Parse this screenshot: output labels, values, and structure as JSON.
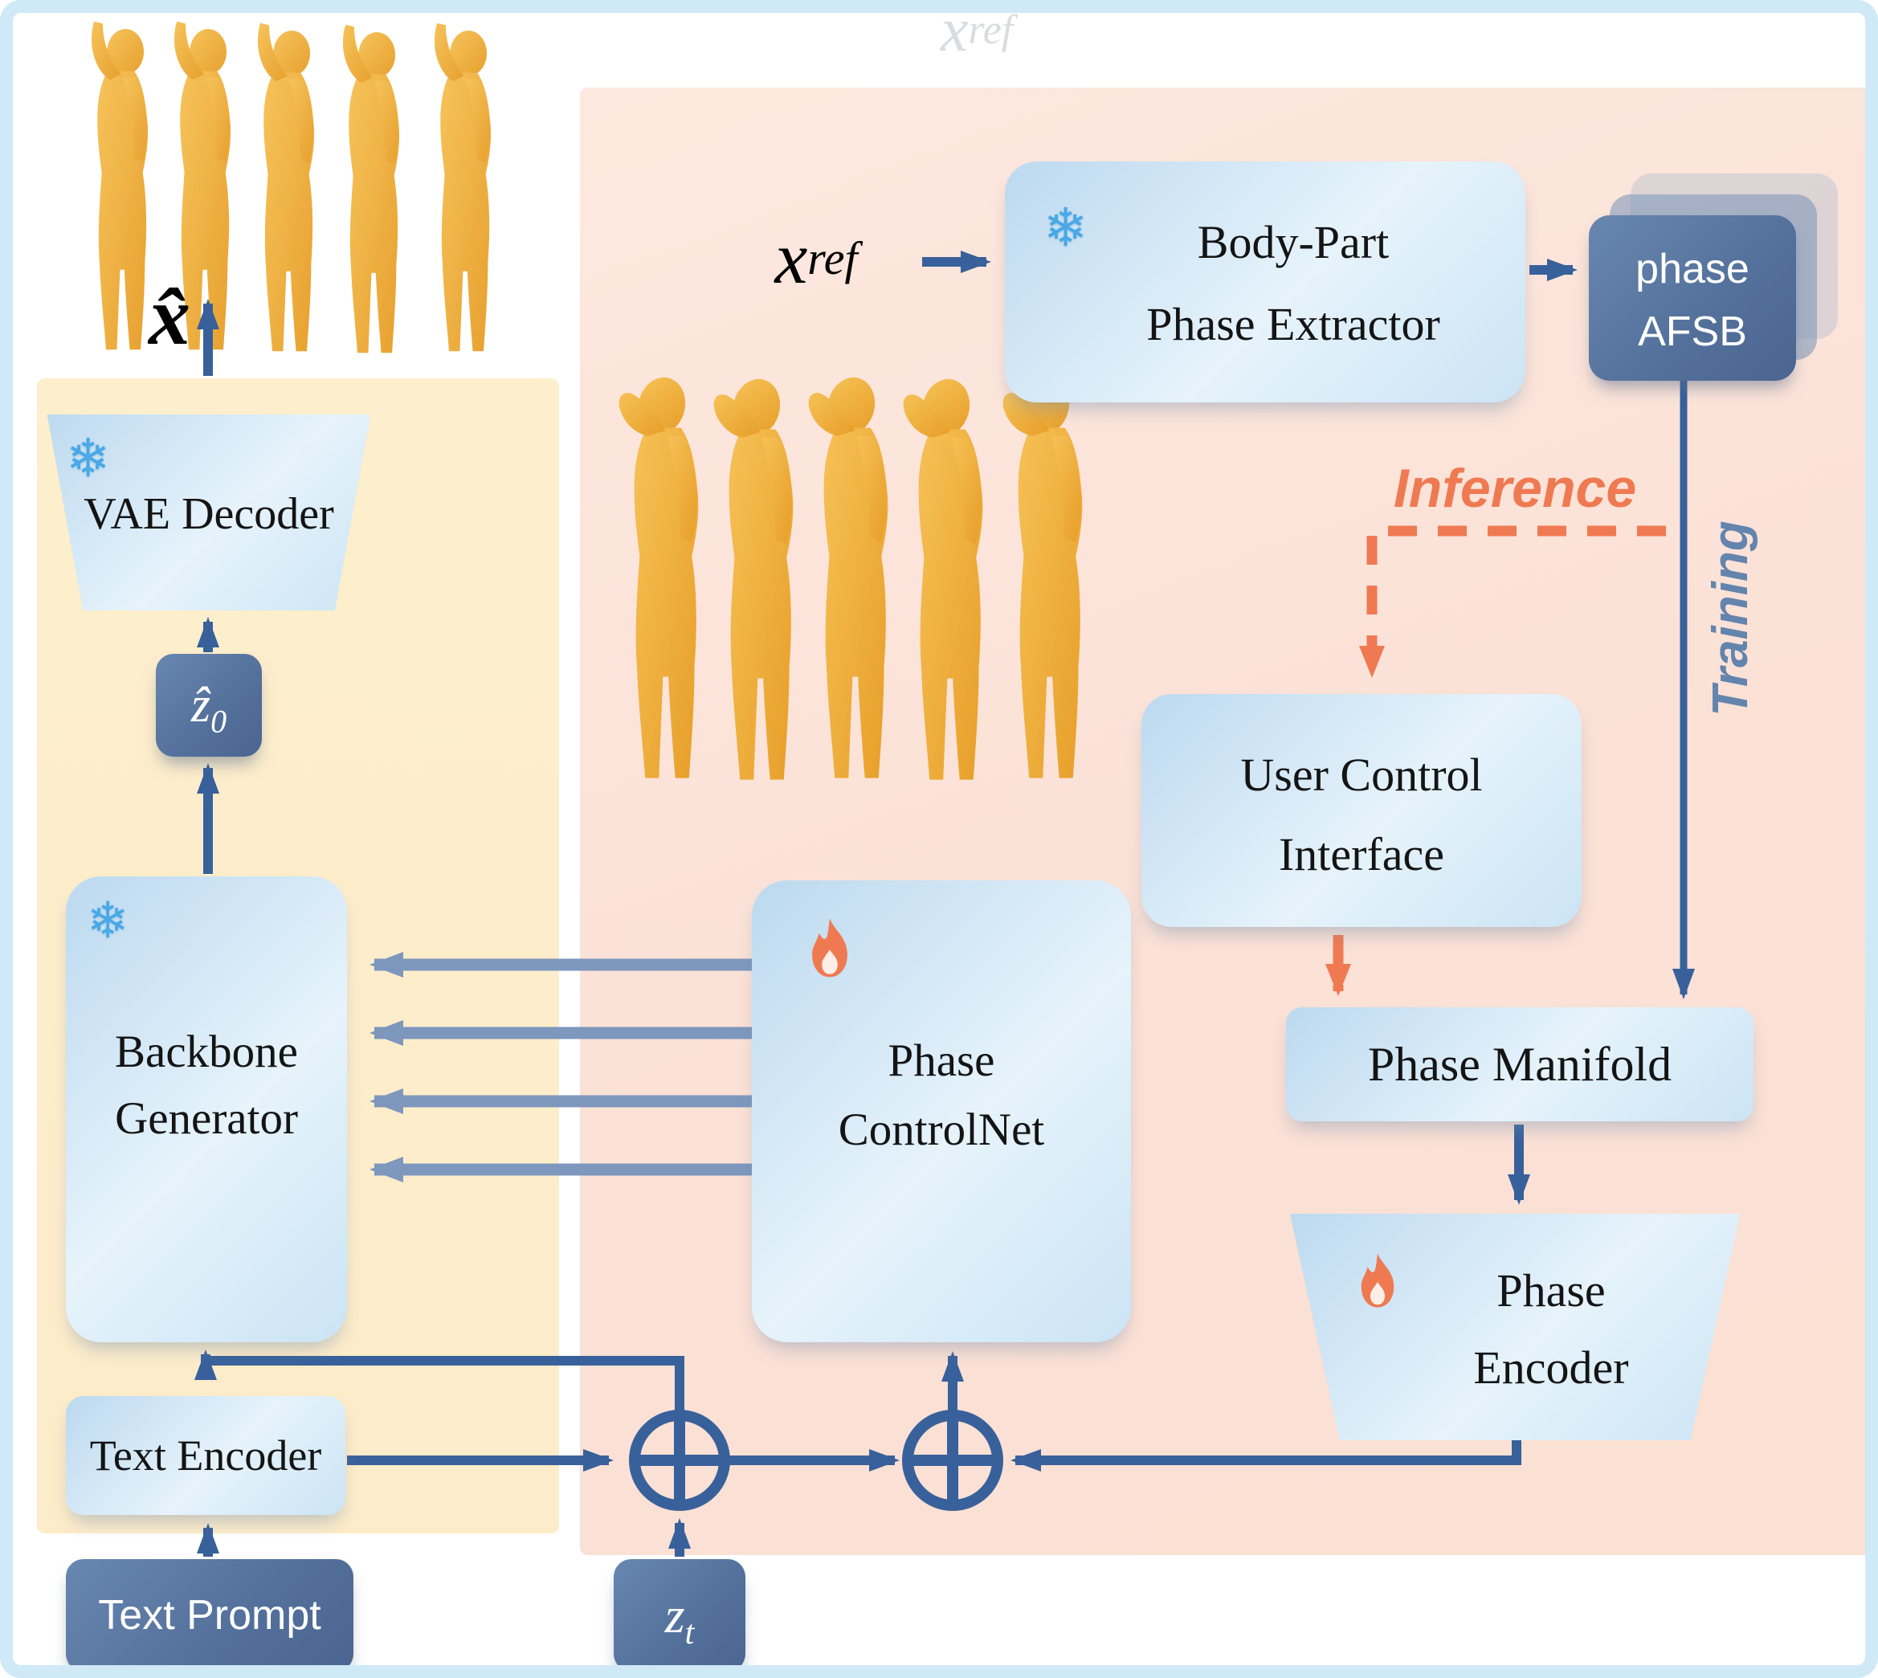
{
  "figure_type": "architecture-diagram",
  "watermark": {
    "base": "x",
    "sub": "ref"
  },
  "left_column": {
    "output_motion_label": {
      "base": "x̂"
    },
    "vae_decoder_label": "VAE Decoder",
    "z0_label": {
      "base": "ẑ",
      "sub": "0"
    },
    "backbone_label": {
      "line1": "Backbone",
      "line2": "Generator"
    },
    "text_encoder_label": "Text Encoder",
    "text_prompt_label": "Text Prompt"
  },
  "right_column": {
    "x_ref_label": {
      "base": "x",
      "sub": "ref"
    },
    "extractor_label": {
      "line1": "Body-Part",
      "line2": "Phase Extractor"
    },
    "phase_afsb_label": {
      "line1": "phase",
      "line2": "AFSB"
    },
    "inference_label": "Inference",
    "training_label": "Training",
    "user_control_label": {
      "line1": "User Control",
      "line2": "Interface"
    },
    "phase_manifold_label": "Phase Manifold",
    "phase_encoder_label": {
      "line1": "Phase",
      "line2": "Encoder"
    },
    "phase_controlnet_label": {
      "line1": "Phase",
      "line2": "ControlNet"
    },
    "zt_label": {
      "base": "z",
      "sub": "t"
    }
  },
  "icons": {
    "frozen": "snowflake",
    "trainable": "flame",
    "add": "circled-plus",
    "snowflake_glyph": "❄"
  },
  "colors": {
    "panel_yellow": "#fdeecd",
    "panel_pink": "#fbe1d6",
    "box_blue_light": "#d3e8f7",
    "box_dark_slate": "#53709b",
    "arrow_blue": "#38619b",
    "arrow_muted": "#7d97bd",
    "accent_orange": "#ef7a52",
    "training_text": "#6384ad",
    "snowflake_blue": "#49a8e6",
    "figure_gold": "#f0ad3e",
    "frame_border": "#cfe9f7"
  }
}
